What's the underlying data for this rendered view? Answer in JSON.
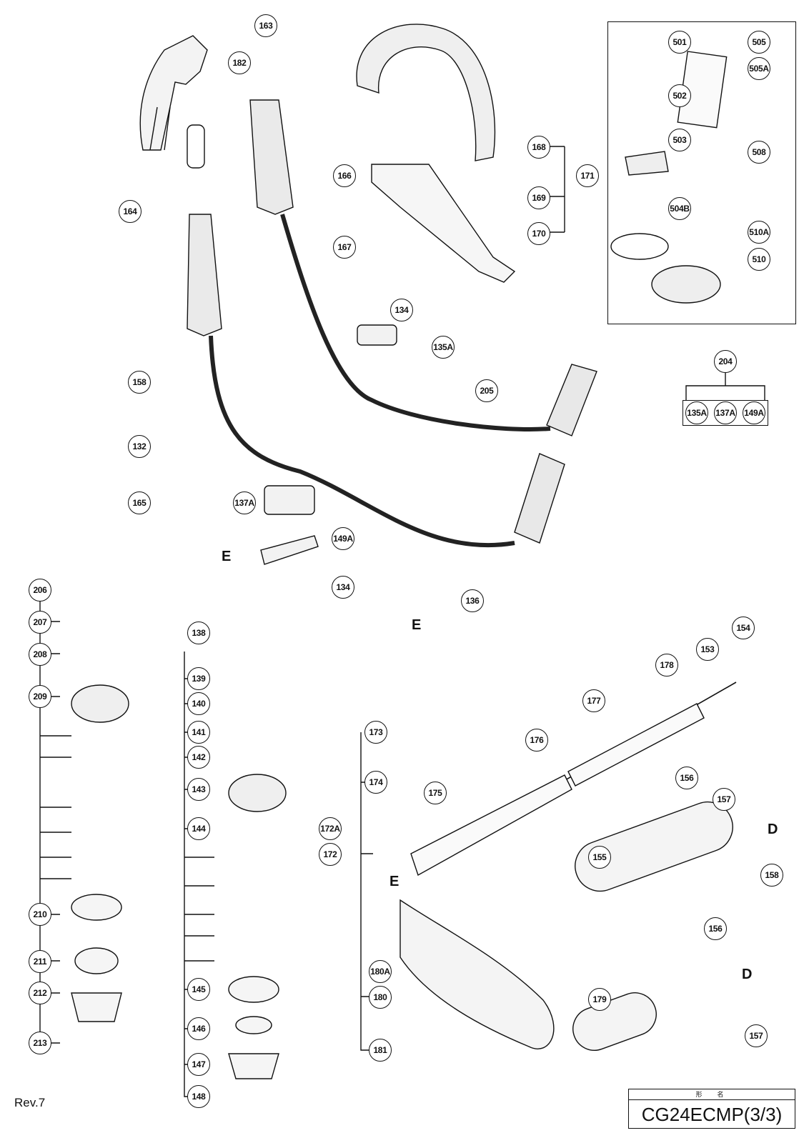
{
  "model": {
    "header": "形　名",
    "name": "CG24ECMP(3/3)"
  },
  "revision": "Rev.7",
  "section_letters": [
    "E",
    "E",
    "E",
    "D",
    "D"
  ],
  "callouts": [
    "163",
    "182",
    "164",
    "158",
    "132",
    "165",
    "166",
    "167",
    "168",
    "169",
    "170",
    "171",
    "134",
    "135A",
    "205",
    "137A",
    "149A",
    "134",
    "136",
    "501",
    "502",
    "503",
    "504B",
    "505",
    "505A",
    "508",
    "510A",
    "510",
    "204",
    "135A",
    "137A",
    "149A",
    "206",
    "207",
    "208",
    "209",
    "210",
    "211",
    "212",
    "213",
    "138",
    "139",
    "140",
    "141",
    "142",
    "143",
    "144",
    "145",
    "146",
    "147",
    "148",
    "173",
    "174",
    "172A",
    "172",
    "175",
    "176",
    "177",
    "178",
    "153",
    "154",
    "156",
    "157",
    "155",
    "158",
    "180A",
    "180",
    "181",
    "179",
    "156",
    "157"
  ]
}
